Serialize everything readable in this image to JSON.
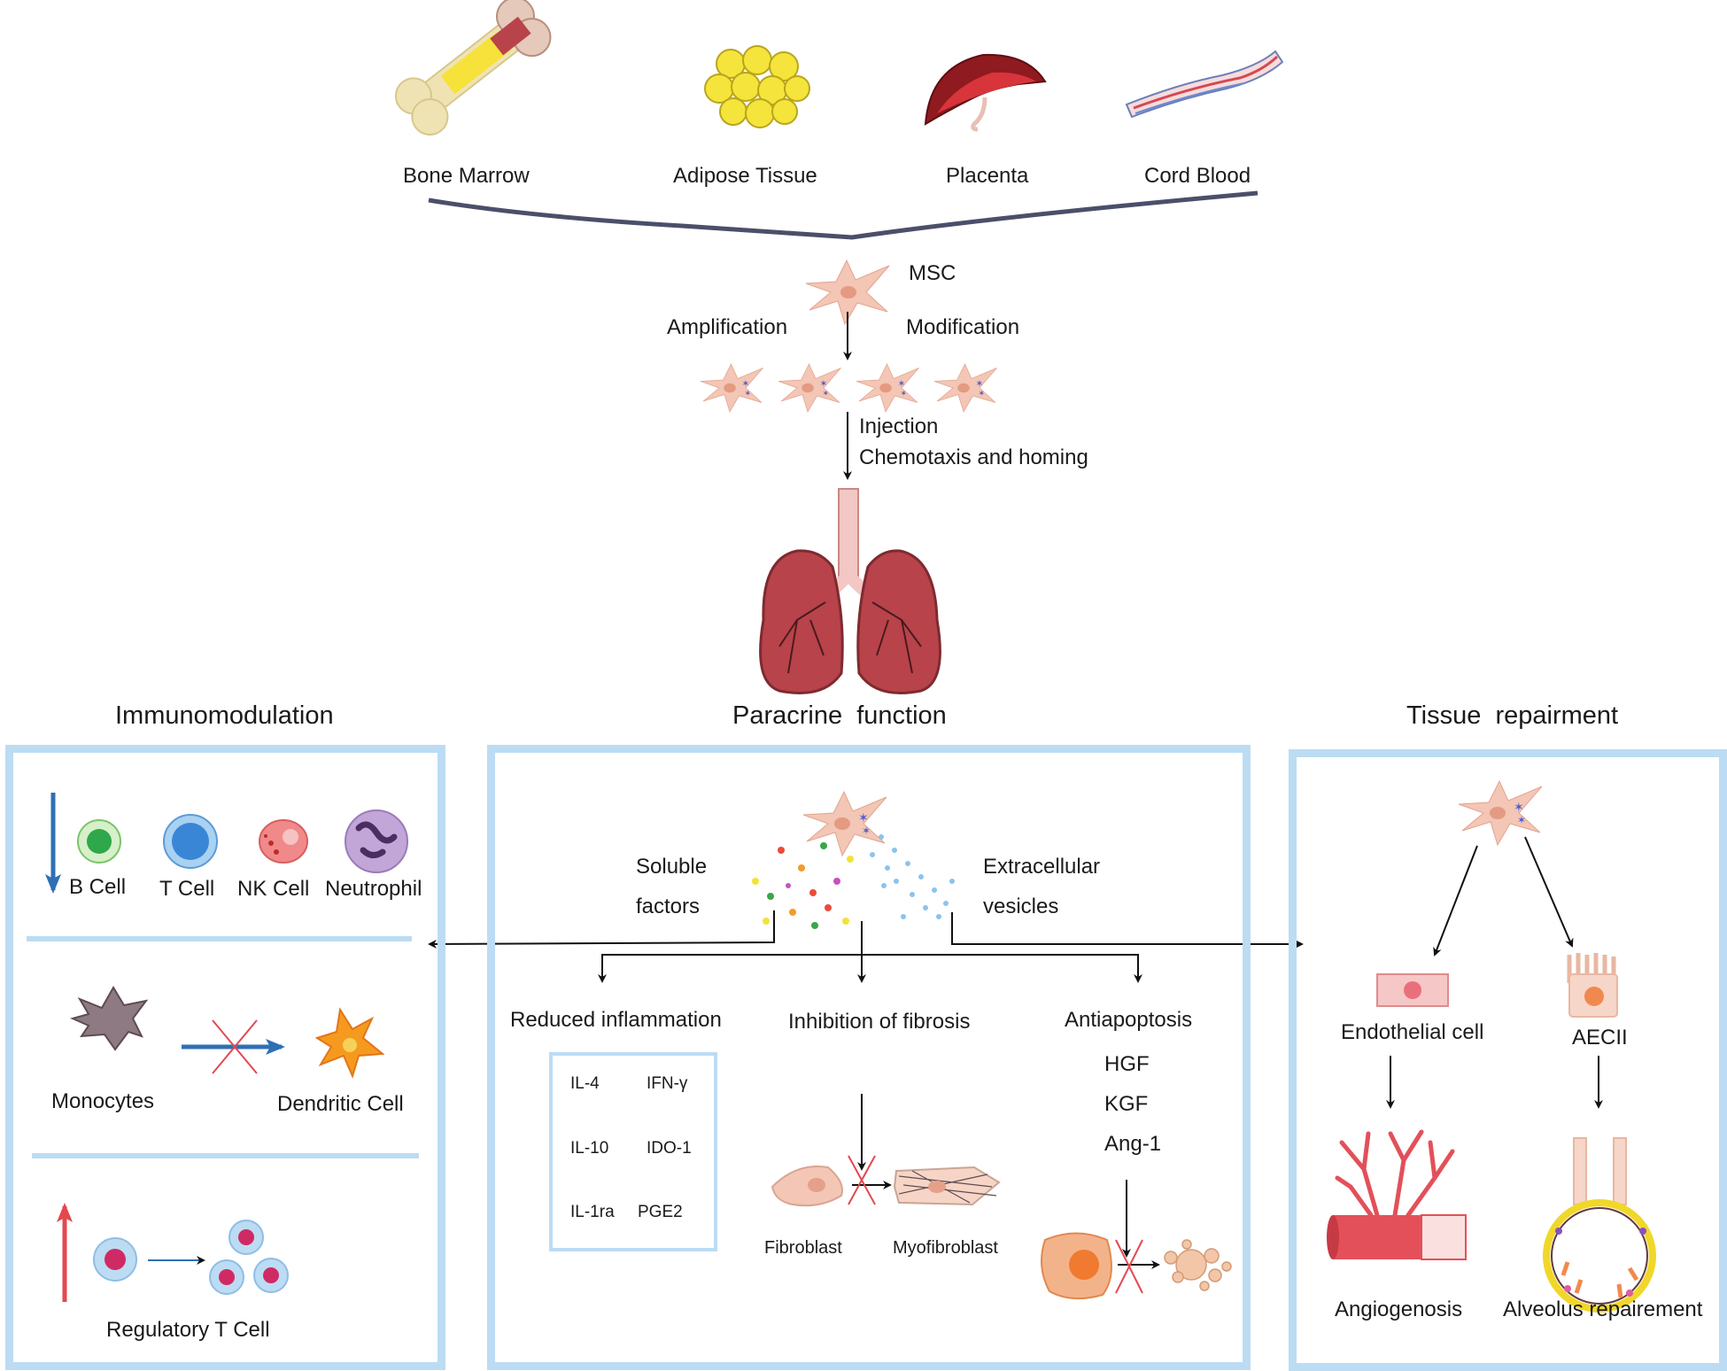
{
  "sources": {
    "bone_marrow": "Bone Marrow",
    "adipose": "Adipose Tissue",
    "placenta": "Placenta",
    "cord_blood": "Cord Blood"
  },
  "msc": {
    "label": "MSC",
    "amplification": "Amplification",
    "modification": "Modification",
    "injection": "Injection",
    "homing": "Chemotaxis and homing"
  },
  "sections": {
    "immunomodulation": "Immunomodulation",
    "paracrine": "Paracrine  function",
    "tissue_repair": "Tissue  repairment"
  },
  "immuno": {
    "cells": [
      "B Cell",
      "T Cell",
      "NK Cell",
      "Neutrophil"
    ],
    "monocytes": "Monocytes",
    "dendritic": "Dendritic Cell",
    "treg": "Regulatory T Cell"
  },
  "paracrine": {
    "soluble": [
      "Soluble",
      "factors"
    ],
    "vesicles": [
      "Extracellular",
      "vesicles"
    ],
    "reduced_inflammation": "Reduced inflammation",
    "fibrosis": "Inhibition of fibrosis",
    "antiapoptosis": "Antiapoptosis",
    "cytokines": [
      [
        "IL-4",
        "IFN-γ"
      ],
      [
        "IL-10",
        "IDO-1"
      ],
      [
        "IL-1ra",
        "PGE2"
      ]
    ],
    "growth_factors": [
      "HGF",
      "KGF",
      "Ang-1"
    ],
    "fibroblast": "Fibroblast",
    "myofibroblast": "Myofibroblast"
  },
  "repair": {
    "endothelial": "Endothelial cell",
    "aecii": "AECII",
    "angiogenesis": "Angiogenosis",
    "alveolus": "Alveolus repairement"
  },
  "colors": {
    "panel_border": "#bcdcf3",
    "msc_cell": "#f3c6b5",
    "arrow_down": "#2f6fb5",
    "arrow_up": "#e4484f",
    "lung": "#b8434a",
    "vessel": "#e3505a"
  }
}
